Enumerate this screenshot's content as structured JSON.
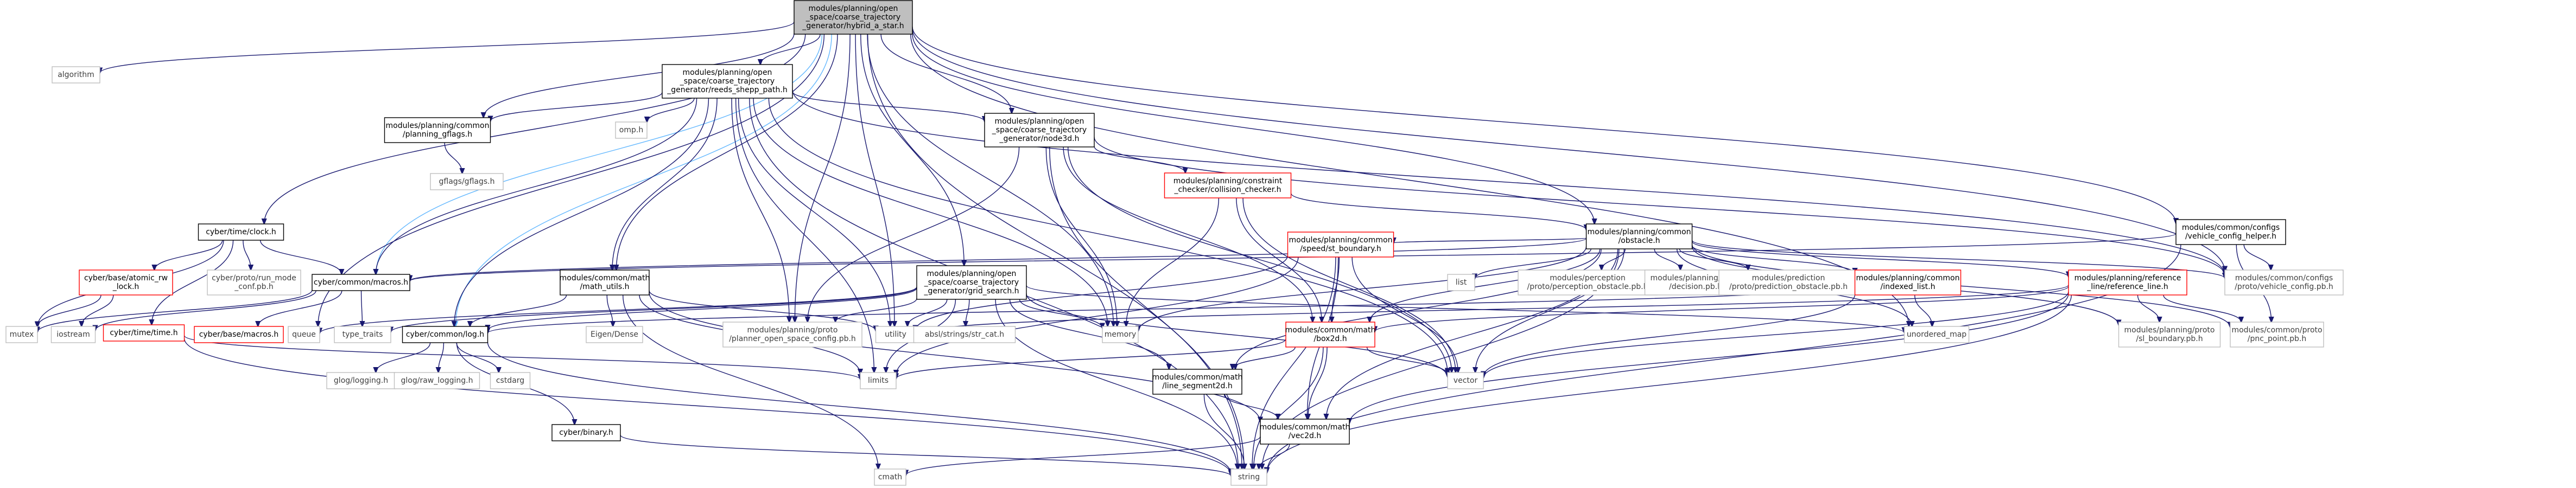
{
  "colors": {
    "edge": "#191970",
    "edge_alt": "#63b8ff",
    "node_border": "#000000",
    "node_border_red": "#ff0000",
    "node_border_grey": "#bfbfbf",
    "node_fill": "#ffffff",
    "root_fill": "#bfbfbf",
    "label_dark": "#000000",
    "label_grey": "#404040"
  },
  "nodes": [
    {
      "id": "root",
      "lines": [
        "modules/planning/open",
        "_space/coarse_trajectory",
        "_generator/hybrid_a_star.h"
      ],
      "style": "root"
    },
    {
      "id": "algorithm",
      "lines": [
        "algorithm"
      ],
      "style": "sys"
    },
    {
      "id": "reeds",
      "lines": [
        "modules/planning/open",
        "_space/coarse_trajectory",
        "_generator/reeds_shepp_path.h"
      ],
      "style": "file"
    },
    {
      "id": "gflags_h",
      "lines": [
        "modules/planning/common",
        "/planning_gflags.h"
      ],
      "style": "file"
    },
    {
      "id": "gflags",
      "lines": [
        "gflags/gflags.h"
      ],
      "style": "sys"
    },
    {
      "id": "omp",
      "lines": [
        "omp.h"
      ],
      "style": "sys"
    },
    {
      "id": "node3d",
      "lines": [
        "modules/planning/open",
        "_space/coarse_trajectory",
        "_generator/node3d.h"
      ],
      "style": "file"
    },
    {
      "id": "collision",
      "lines": [
        "modules/planning/constraint",
        "_checker/collision_checker.h"
      ],
      "style": "red"
    },
    {
      "id": "obstacle",
      "lines": [
        "modules/planning/common",
        "/obstacle.h"
      ],
      "style": "file"
    },
    {
      "id": "vch",
      "lines": [
        "modules/common/configs",
        "/vehicle_config_helper.h"
      ],
      "style": "file"
    },
    {
      "id": "clock",
      "lines": [
        "cyber/time/clock.h"
      ],
      "style": "file"
    },
    {
      "id": "atomic",
      "lines": [
        "cyber/base/atomic_rw",
        "_lock.h"
      ],
      "style": "red"
    },
    {
      "id": "runmode",
      "lines": [
        "cyber/proto/run_mode",
        "_conf.pb.h"
      ],
      "style": "sys"
    },
    {
      "id": "macros",
      "lines": [
        "cyber/common/macros.h"
      ],
      "style": "file"
    },
    {
      "id": "math_utils",
      "lines": [
        "modules/common/math",
        "/math_utils.h"
      ],
      "style": "file"
    },
    {
      "id": "grid",
      "lines": [
        "modules/planning/open",
        "_space/coarse_trajectory",
        "_generator/grid_search.h"
      ],
      "style": "file"
    },
    {
      "id": "list",
      "lines": [
        "list"
      ],
      "style": "sys"
    },
    {
      "id": "perc",
      "lines": [
        "modules/perception",
        "/proto/perception_obstacle.pb.h"
      ],
      "style": "sys"
    },
    {
      "id": "decision",
      "lines": [
        "modules/planning/proto",
        "/decision.pb.h"
      ],
      "style": "sys"
    },
    {
      "id": "pred",
      "lines": [
        "modules/prediction",
        "/proto/prediction_obstacle.pb.h"
      ],
      "style": "sys"
    },
    {
      "id": "indexed",
      "lines": [
        "modules/planning/common",
        "/indexed_list.h"
      ],
      "style": "red"
    },
    {
      "id": "refline",
      "lines": [
        "modules/planning/reference",
        "_line/reference_line.h"
      ],
      "style": "red"
    },
    {
      "id": "stboundary",
      "lines": [
        "modules/planning/common",
        "/speed/st_boundary.h"
      ],
      "style": "red"
    },
    {
      "id": "vehcfg",
      "lines": [
        "modules/common/configs",
        "/proto/vehicle_config.pb.h"
      ],
      "style": "sys"
    },
    {
      "id": "mutex",
      "lines": [
        "mutex"
      ],
      "style": "sys"
    },
    {
      "id": "iostream",
      "lines": [
        "iostream"
      ],
      "style": "sys"
    },
    {
      "id": "timeh",
      "lines": [
        "cyber/time/time.h"
      ],
      "style": "red"
    },
    {
      "id": "basemacros",
      "lines": [
        "cyber/base/macros.h"
      ],
      "style": "red"
    },
    {
      "id": "queue",
      "lines": [
        "queue"
      ],
      "style": "sys"
    },
    {
      "id": "typetraits",
      "lines": [
        "type_traits"
      ],
      "style": "sys"
    },
    {
      "id": "log",
      "lines": [
        "cyber/common/log.h"
      ],
      "style": "file"
    },
    {
      "id": "eigen",
      "lines": [
        "Eigen/Dense"
      ],
      "style": "sys"
    },
    {
      "id": "oscfg",
      "lines": [
        "modules/planning/proto",
        "/planner_open_space_config.pb.h"
      ],
      "style": "sys"
    },
    {
      "id": "utility",
      "lines": [
        "utility"
      ],
      "style": "sys"
    },
    {
      "id": "strcat",
      "lines": [
        "absl/strings/str_cat.h"
      ],
      "style": "sys"
    },
    {
      "id": "memory",
      "lines": [
        "memory"
      ],
      "style": "sys"
    },
    {
      "id": "box2d",
      "lines": [
        "modules/common/math",
        "/box2d.h"
      ],
      "style": "red"
    },
    {
      "id": "unordered",
      "lines": [
        "unordered_map"
      ],
      "style": "sys"
    },
    {
      "id": "slboundary",
      "lines": [
        "modules/planning/proto",
        "/sl_boundary.pb.h"
      ],
      "style": "sys"
    },
    {
      "id": "pncpoint",
      "lines": [
        "modules/common/proto",
        "/pnc_point.pb.h"
      ],
      "style": "sys"
    },
    {
      "id": "vector",
      "lines": [
        "vector"
      ],
      "style": "sys"
    },
    {
      "id": "limits",
      "lines": [
        "limits"
      ],
      "style": "sys"
    },
    {
      "id": "glog",
      "lines": [
        "glog/logging.h"
      ],
      "style": "sys"
    },
    {
      "id": "glograw",
      "lines": [
        "glog/raw_logging.h"
      ],
      "style": "sys"
    },
    {
      "id": "cstdarg",
      "lines": [
        "cstdarg"
      ],
      "style": "sys"
    },
    {
      "id": "binary",
      "lines": [
        "cyber/binary.h"
      ],
      "style": "file"
    },
    {
      "id": "lineseg",
      "lines": [
        "modules/common/math",
        "/line_segment2d.h"
      ],
      "style": "file"
    },
    {
      "id": "vec2d",
      "lines": [
        "modules/common/math",
        "/vec2d.h"
      ],
      "style": "file"
    },
    {
      "id": "cmath",
      "lines": [
        "cmath"
      ],
      "style": "sys"
    },
    {
      "id": "string",
      "lines": [
        "string"
      ],
      "style": "sys"
    }
  ],
  "edges": [
    [
      "root",
      "algorithm"
    ],
    [
      "root",
      "reeds"
    ],
    [
      "root",
      "node3d"
    ],
    [
      "root",
      "obstacle"
    ],
    [
      "root",
      "vch"
    ],
    [
      "root",
      "clock"
    ],
    [
      "root",
      "macros"
    ],
    [
      "root",
      "math_utils"
    ],
    [
      "root",
      "grid"
    ],
    [
      "root",
      "gflags_h"
    ],
    [
      "root",
      "oscfg"
    ],
    [
      "root",
      "log"
    ],
    [
      "root",
      "memory"
    ],
    [
      "root",
      "utility"
    ],
    [
      "root",
      "vehcfg"
    ],
    [
      "root",
      "queue"
    ],
    [
      "root",
      "string"
    ],
    [
      "root",
      "unordered"
    ],
    [
      "reeds",
      "gflags_h"
    ],
    [
      "reeds",
      "omp"
    ],
    [
      "reeds",
      "node3d"
    ],
    [
      "reeds",
      "macros"
    ],
    [
      "reeds",
      "math_utils"
    ],
    [
      "reeds",
      "log"
    ],
    [
      "reeds",
      "oscfg"
    ],
    [
      "reeds",
      "utility"
    ],
    [
      "reeds",
      "memory"
    ],
    [
      "reeds",
      "limits"
    ],
    [
      "reeds",
      "vector"
    ],
    [
      "reeds",
      "string"
    ],
    [
      "reeds",
      "vehcfg"
    ],
    [
      "gflags_h",
      "gflags"
    ],
    [
      "node3d",
      "collision"
    ],
    [
      "node3d",
      "box2d"
    ],
    [
      "node3d",
      "oscfg"
    ],
    [
      "node3d",
      "memory"
    ],
    [
      "node3d",
      "string"
    ],
    [
      "node3d",
      "vector"
    ],
    [
      "node3d",
      "vehcfg"
    ],
    [
      "collision",
      "obstacle"
    ],
    [
      "collision",
      "memory"
    ],
    [
      "collision",
      "box2d"
    ],
    [
      "collision",
      "vector"
    ],
    [
      "obstacle",
      "list"
    ],
    [
      "obstacle",
      "perc"
    ],
    [
      "obstacle",
      "decision"
    ],
    [
      "obstacle",
      "pred"
    ],
    [
      "obstacle",
      "indexed"
    ],
    [
      "obstacle",
      "refline"
    ],
    [
      "obstacle",
      "stboundary"
    ],
    [
      "obstacle",
      "vehcfg"
    ],
    [
      "obstacle",
      "macros"
    ],
    [
      "obstacle",
      "memory"
    ],
    [
      "obstacle",
      "unordered"
    ],
    [
      "obstacle",
      "vector"
    ],
    [
      "obstacle",
      "box2d"
    ],
    [
      "obstacle",
      "string"
    ],
    [
      "obstacle",
      "slboundary"
    ],
    [
      "obstacle",
      "pncpoint"
    ],
    [
      "obstacle",
      "lineseg"
    ],
    [
      "obstacle",
      "vec2d"
    ],
    [
      "vch",
      "vehcfg"
    ],
    [
      "vch",
      "macros"
    ],
    [
      "vch",
      "pncpoint"
    ],
    [
      "vch",
      "string"
    ],
    [
      "clock",
      "atomic"
    ],
    [
      "clock",
      "runmode"
    ],
    [
      "clock",
      "macros"
    ],
    [
      "clock",
      "mutex"
    ],
    [
      "clock",
      "timeh"
    ],
    [
      "atomic",
      "mutex"
    ],
    [
      "atomic",
      "iostream"
    ],
    [
      "macros",
      "iostream"
    ],
    [
      "macros",
      "mutex"
    ],
    [
      "macros",
      "basemacros"
    ],
    [
      "macros",
      "typetraits"
    ],
    [
      "timeh",
      "string"
    ],
    [
      "timeh",
      "limits"
    ],
    [
      "math_utils",
      "log"
    ],
    [
      "math_utils",
      "eigen"
    ],
    [
      "math_utils",
      "utility"
    ],
    [
      "math_utils",
      "limits"
    ],
    [
      "math_utils",
      "vec2d"
    ],
    [
      "math_utils",
      "cmath"
    ],
    [
      "grid",
      "oscfg"
    ],
    [
      "grid",
      "utility"
    ],
    [
      "grid",
      "strcat"
    ],
    [
      "grid",
      "memory"
    ],
    [
      "grid",
      "queue"
    ],
    [
      "grid",
      "typetraits"
    ],
    [
      "grid",
      "unordered"
    ],
    [
      "grid",
      "vector"
    ],
    [
      "grid",
      "lineseg"
    ],
    [
      "grid",
      "string"
    ],
    [
      "grid",
      "limits"
    ],
    [
      "grid",
      "log"
    ],
    [
      "indexed",
      "unordered"
    ],
    [
      "indexed",
      "vector"
    ],
    [
      "indexed",
      "log"
    ],
    [
      "refline",
      "vector"
    ],
    [
      "refline",
      "string"
    ],
    [
      "refline",
      "slboundary"
    ],
    [
      "refline",
      "pncpoint"
    ],
    [
      "refline",
      "vec2d"
    ],
    [
      "refline",
      "utility"
    ],
    [
      "refline",
      "box2d"
    ],
    [
      "stboundary",
      "box2d"
    ],
    [
      "stboundary",
      "vec2d"
    ],
    [
      "stboundary",
      "string"
    ],
    [
      "stboundary",
      "vector"
    ],
    [
      "stboundary",
      "limits"
    ],
    [
      "stboundary",
      "utility"
    ],
    [
      "log",
      "glog"
    ],
    [
      "log",
      "glograw"
    ],
    [
      "log",
      "cstdarg"
    ],
    [
      "log",
      "binary"
    ],
    [
      "log",
      "string"
    ],
    [
      "binary",
      "string"
    ],
    [
      "box2d",
      "lineseg"
    ],
    [
      "box2d",
      "vec2d"
    ],
    [
      "box2d",
      "limits"
    ],
    [
      "box2d",
      "string"
    ],
    [
      "box2d",
      "vector"
    ],
    [
      "lineseg",
      "vec2d"
    ],
    [
      "lineseg",
      "string"
    ],
    [
      "vec2d",
      "cmath"
    ],
    [
      "vec2d",
      "string"
    ]
  ]
}
